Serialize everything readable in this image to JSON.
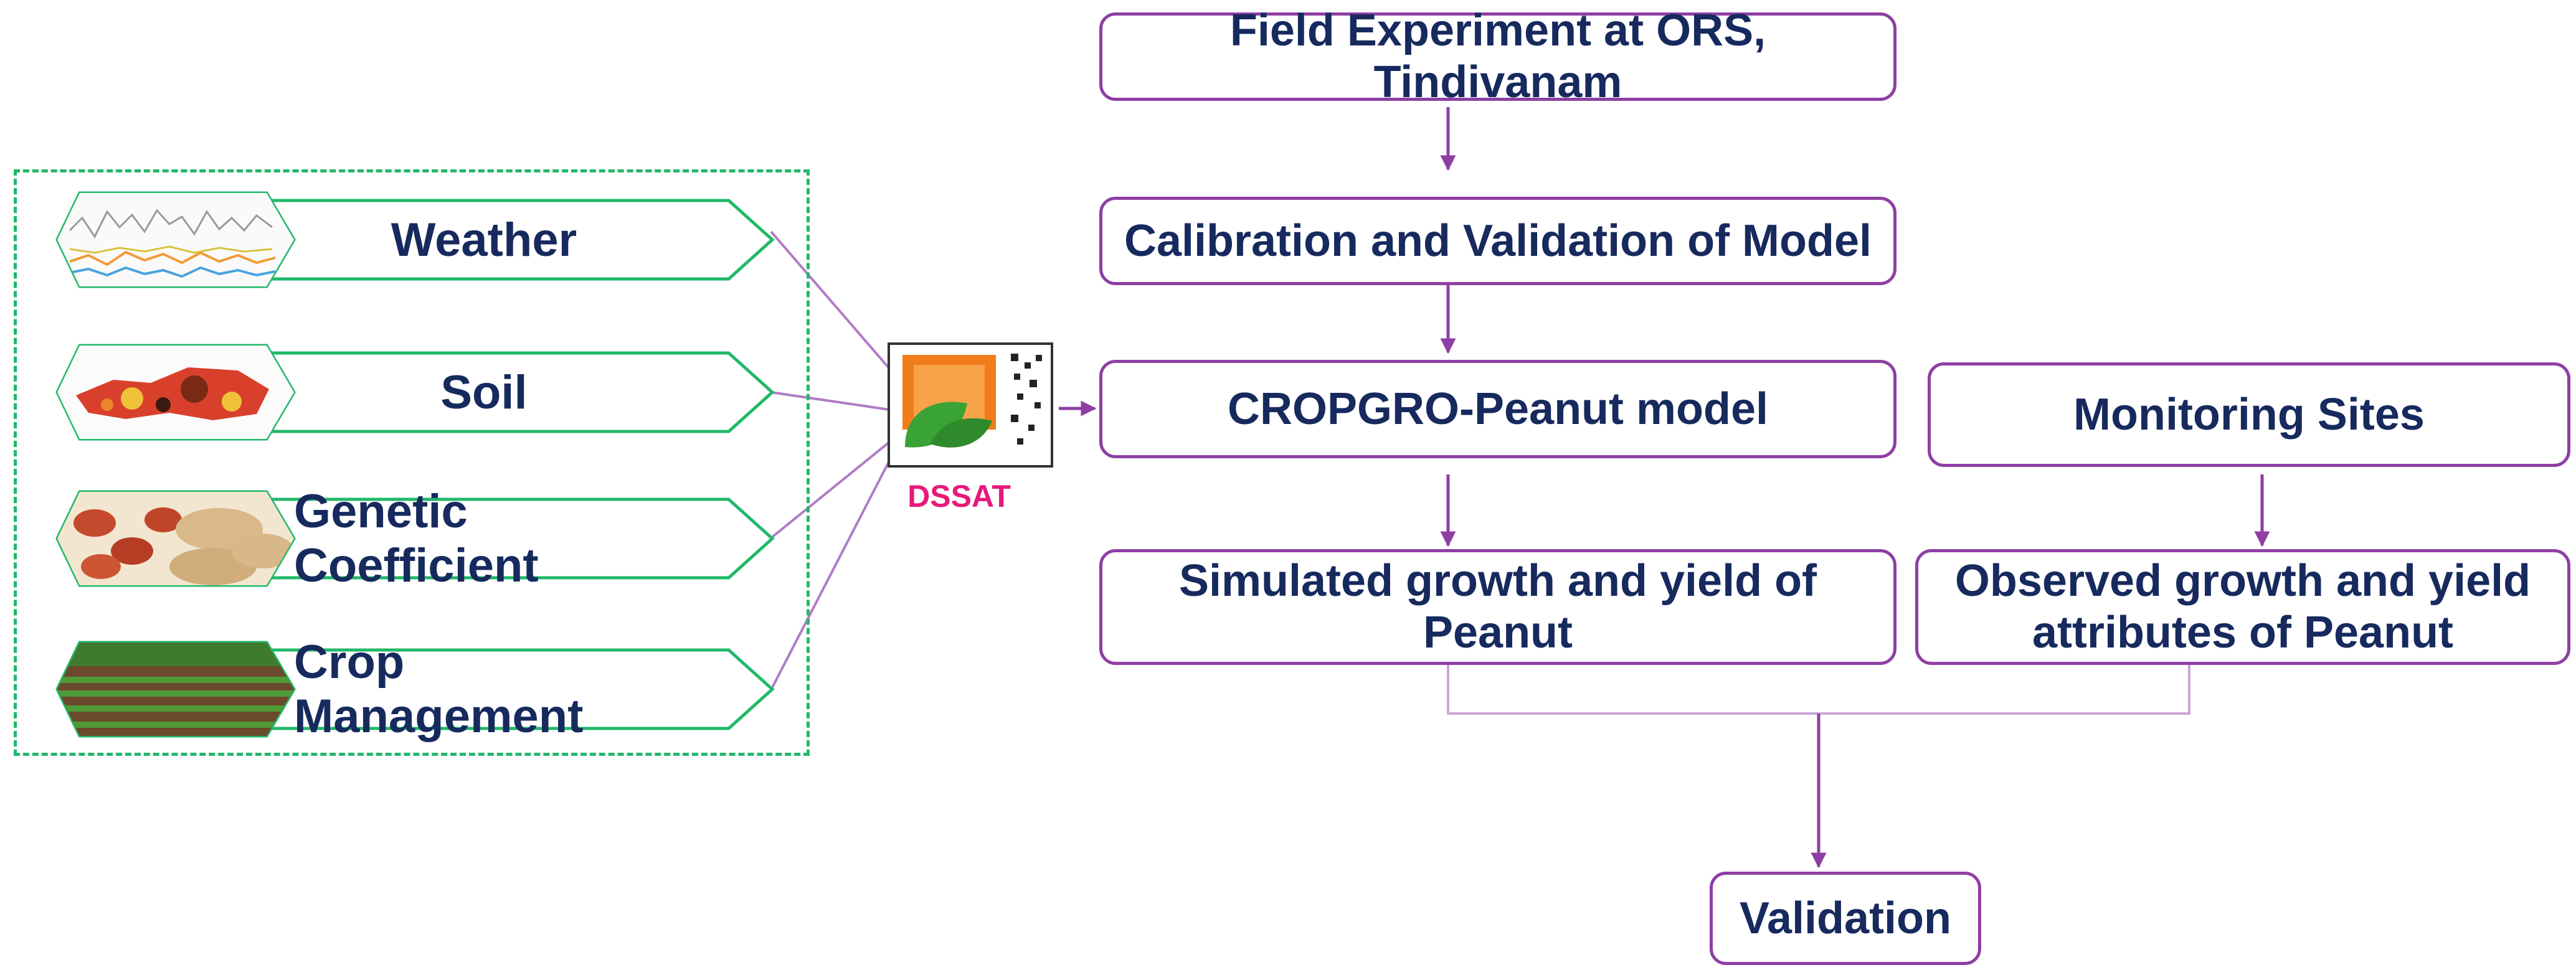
{
  "inputs": {
    "weather": "Weather",
    "soil": "Soil",
    "genetic": "Genetic Coefficient",
    "crop_management": "Crop Management"
  },
  "dssat": {
    "label": "DSSAT"
  },
  "flow": {
    "field_experiment": "Field Experiment at ORS, Tindivanam",
    "calibration": "Calibration and Validation of Model",
    "cropgro": "CROPGRO-Peanut model",
    "monitoring": "Monitoring Sites",
    "simulated": "Simulated growth and yield of Peanut",
    "observed": "Observed growth and yield attributes of Peanut",
    "validation": "Validation"
  },
  "colors": {
    "box_border": "#8e3fa3",
    "text": "#172a5e",
    "input_border": "#21b86a",
    "dssat_label": "#e8197a"
  }
}
